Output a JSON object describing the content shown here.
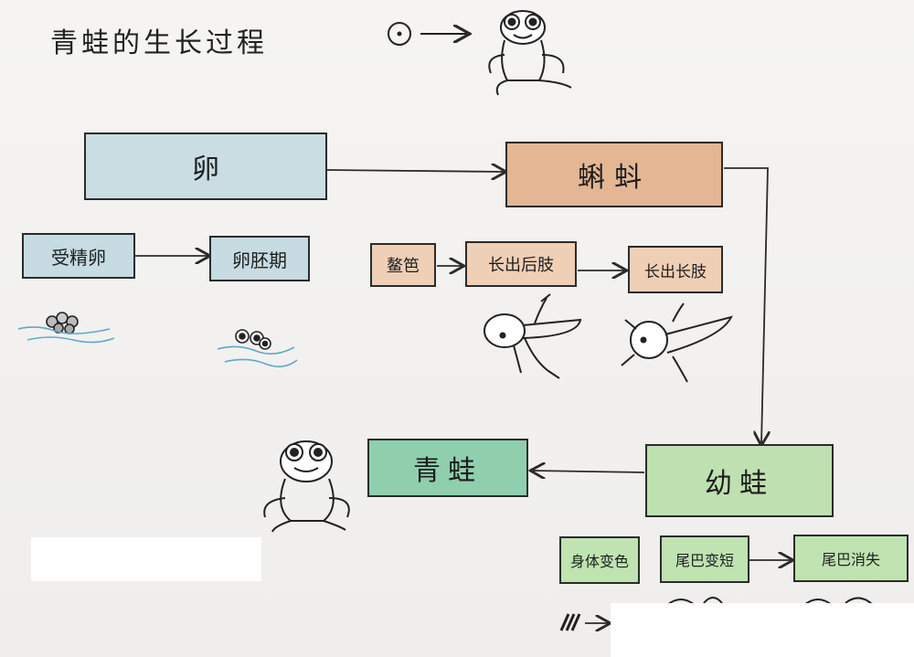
{
  "title": "青蛙的生长过程",
  "stages": {
    "egg": "卵",
    "tadpole": "蝌蚪",
    "froglet": "幼蛙",
    "frog": "青蛙"
  },
  "egg_steps": {
    "fertilized": "受精卵",
    "embryo": "卵胚期"
  },
  "tadpole_steps": {
    "gills": "鳌笆",
    "hind_legs": "长出后肢",
    "front_legs": "长出长肢"
  },
  "froglet_steps": {
    "body_color": "身体变色",
    "tail_short": "尾巴变短",
    "tail_gone": "尾巴消失"
  },
  "colors": {
    "egg_fill": "#c9dde3",
    "egg_step_fill": "#c6dbe2",
    "tadpole_fill": "#e4b693",
    "tadpole_step_fill": "#efcfb6",
    "froglet_fill": "#bfe0b0",
    "frog_fill": "#8fcfae",
    "froglet_step_fill": "#bfe3b1"
  },
  "icons": [
    "egg-dot-icon",
    "frog-drawing-icon",
    "tadpole-drawing-icon",
    "egg-cluster-icon"
  ]
}
